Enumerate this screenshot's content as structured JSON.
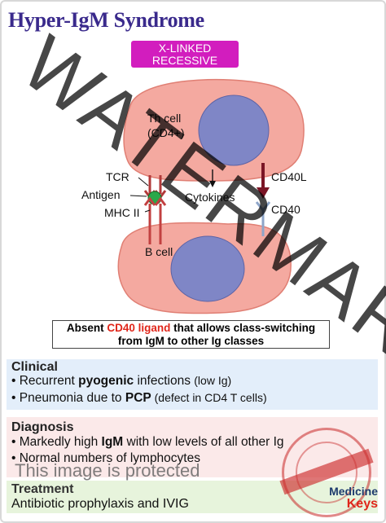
{
  "title": "Hyper-IgM Syndrome",
  "badge": {
    "line1": "X-LINKED",
    "line2": "RECESSIVE"
  },
  "diagram": {
    "th_cell_line1": "Th cell",
    "th_cell_line2": "(CD4+)",
    "tcr": "TCR",
    "antigen": "Antigen",
    "mhc": "MHC II",
    "cytokines": "Cytokines",
    "cd40l": "CD40L",
    "cd40": "CD40",
    "b_cell": "B cell"
  },
  "caption": {
    "prefix": "Absent ",
    "highlight": "CD40 ligand",
    "suffix": " that allows class-switching",
    "line2": "from IgM to other Ig classes"
  },
  "clinical": {
    "heading": "Clinical",
    "b1_pre": "Recurrent ",
    "b1_bold": "pyogenic",
    "b1_post": " infections ",
    "b1_small": "(low Ig)",
    "b2_pre": "Pneumonia due to ",
    "b2_bold": "PCP",
    "b2_small": " (defect in CD4 T cells)"
  },
  "diagnosis": {
    "heading": "Diagnosis",
    "b1_pre": "Markedly high ",
    "b1_bold": "IgM",
    "b1_post": " with low levels of all other Ig",
    "b2": "Normal numbers of lymphocytes"
  },
  "overlay_text": "This image is protected",
  "treatment": {
    "heading": "Treatment",
    "text": "Antibiotic prophylaxis and IVIG"
  },
  "watermark": "WATERMARKED",
  "logo": {
    "line1": "Medicine",
    "line2": "Keys"
  },
  "colors": {
    "title": "#3a2a8c",
    "badge": "#d21dbe",
    "cell": "#f4a9a0",
    "nucleus": "#7f86c6",
    "highlight": "#e0261a"
  }
}
